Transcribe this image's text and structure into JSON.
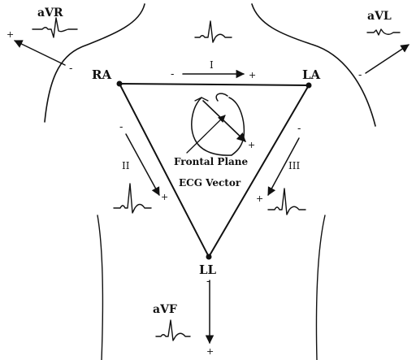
{
  "leads": {
    "aVR": "aVR",
    "aVL": "aVL",
    "aVF": "aVF",
    "I": "I",
    "II": "II",
    "III": "III"
  },
  "vertices": {
    "RA": "RA",
    "LA": "LA",
    "LL": "LL"
  },
  "center_label": {
    "line1": "Frontal Plane",
    "line2": "ECG Vector"
  },
  "polarity": {
    "plus": "+",
    "minus": "-"
  },
  "colors": {
    "ink": "#111111",
    "background": "#ffffff"
  }
}
